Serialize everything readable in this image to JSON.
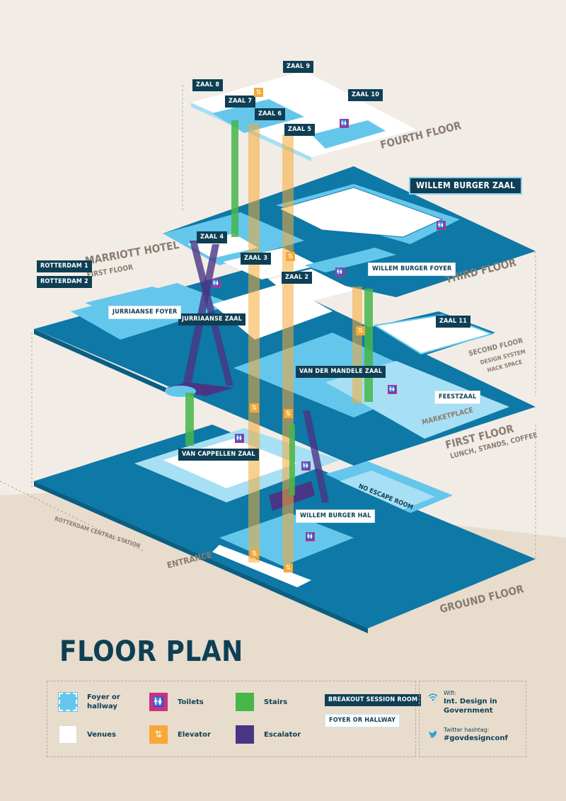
{
  "title": "FLOOR PLAN",
  "floors": {
    "fourth": "FOURTH FLOOR",
    "third": "THIRD FLOOR",
    "second": "SECOND FLOOR",
    "second_sub_1": "DESIGN SYSTEM",
    "second_sub_2": "HACK SPACE",
    "first": "FIRST FLOOR",
    "first_sub": "LUNCH, STANDS, COFFEE",
    "ground": "GROUND FLOOR",
    "marriott": "MARRIOTT HOTEL",
    "marriott_sub": "FIRST FLOOR",
    "marketplace": "MARKETPLACE",
    "entrance": "ENTRANCE",
    "station": "ROTTERDAM CENTRAL STATION"
  },
  "rooms": {
    "zaal_9": "ZAAL 9",
    "zaal_8": "ZAAL 8",
    "zaal_7": "ZAAL 7",
    "zaal_6": "ZAAL 6",
    "zaal_5": "ZAAL 5",
    "zaal_10": "ZAAL 10",
    "willem_burger_zaal": "WILLEM BURGER ZAAL",
    "zaal_4": "ZAAL 4",
    "zaal_3": "ZAAL 3",
    "zaal_2": "ZAAL 2",
    "rotterdam_1": "ROTTERDAM 1",
    "rotterdam_2": "ROTTERDAM 2",
    "jurriaanse_zaal": "JURRIAANSE ZAAL",
    "zaal_11": "ZAAL 11",
    "van_der_mandele_zaal": "VAN DER MANDELE ZAAL",
    "van_cappellen_zaal": "VAN CAPPELLEN ZAAL"
  },
  "foyers": {
    "willem_burger_foyer": "WILLEM BURGER FOYER",
    "jurriaanse_foyer": "JURRIAANSE FOYER",
    "feestzaal": "FEESTZAAL",
    "no_escape_room": "NO ESCAPE ROOM",
    "willem_burger_hal": "WILLEM BURGER HAL"
  },
  "legend": {
    "foyer": "Foyer or hallway",
    "venues": "Venues",
    "toilets": "Toilets",
    "elevator": "Elevator",
    "stairs": "Stairs",
    "escalator": "Escalator",
    "breakout_tag": "BREAKOUT SESSION ROOM",
    "foyer_tag": "FOYER OR HALLWAY"
  },
  "info": {
    "wifi_label": "Wifi:",
    "wifi_value": "Int. Design in Government",
    "twitter_label": "Twitter hashtag:",
    "twitter_value": "#govdesignconf"
  },
  "colors": {
    "background": "#f2ece6",
    "floor_dark": "#0e78a6",
    "foyer_light": "#65c6ec",
    "venue_white": "#ffffff",
    "tag_dark": "#0e3f54",
    "toilet": "#c8317d",
    "elevator": "#f6a935",
    "stairs": "#46b649",
    "escalator": "#4a3585",
    "label_grey": "#8a7b72"
  },
  "icons": [
    "toilet-icon",
    "elevator-icon",
    "wifi-icon",
    "twitter-icon"
  ]
}
